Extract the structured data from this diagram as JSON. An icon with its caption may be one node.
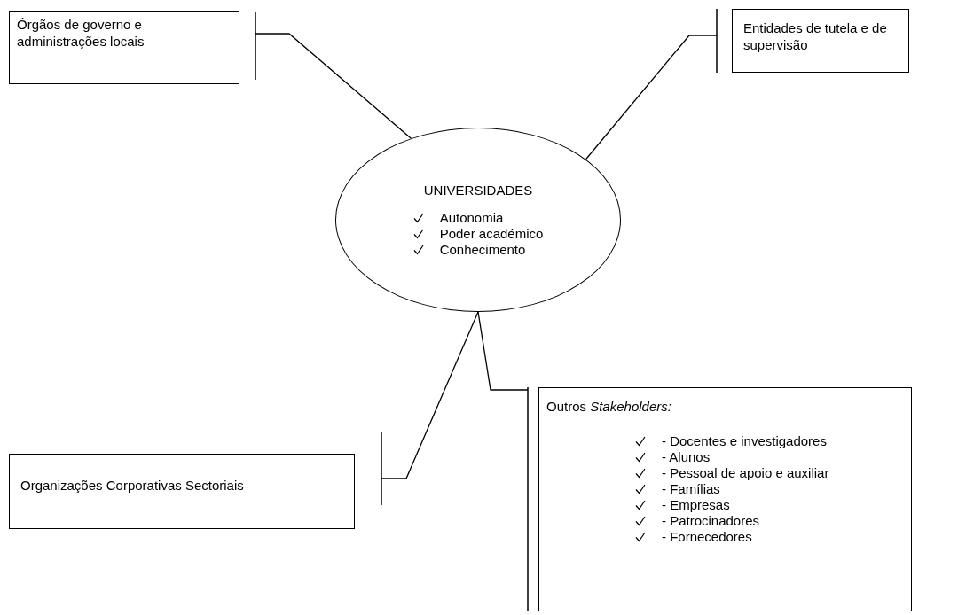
{
  "diagram": {
    "nodes": [
      {
        "text": [
          "Órgãos de governo e administrações locais"
        ]
      },
      {
        "text": [
          "Entidades de tutela e de supervisão"
        ]
      },
      {
        "text": [
          "UNIVERSIDADES",
          "Autonomia",
          "Poder académico",
          "Conhecimento"
        ]
      },
      {
        "text": [
          "Outros *Stakeholders:*",
          "- Docentes e investigadores",
          "- Alunos",
          "- Pessoal de apoio e auxiliar",
          "- Famílias",
          "- Empresas",
          "- Patrocinadores",
          "- Fornecedores"
        ]
      },
      {
        "text": [
          "Organizações Corporativas Sectoriais"
        ]
      }
    ],
    "edges": [
      {
        "from": 2,
        "to": 0,
        "arrow": "other"
      },
      {
        "from": 2,
        "to": 1,
        "arrow": "other"
      },
      {
        "from": 2,
        "to": 3,
        "arrow": "other"
      },
      {
        "from": 2,
        "to": 4,
        "arrow": "other"
      }
    ]
  }
}
